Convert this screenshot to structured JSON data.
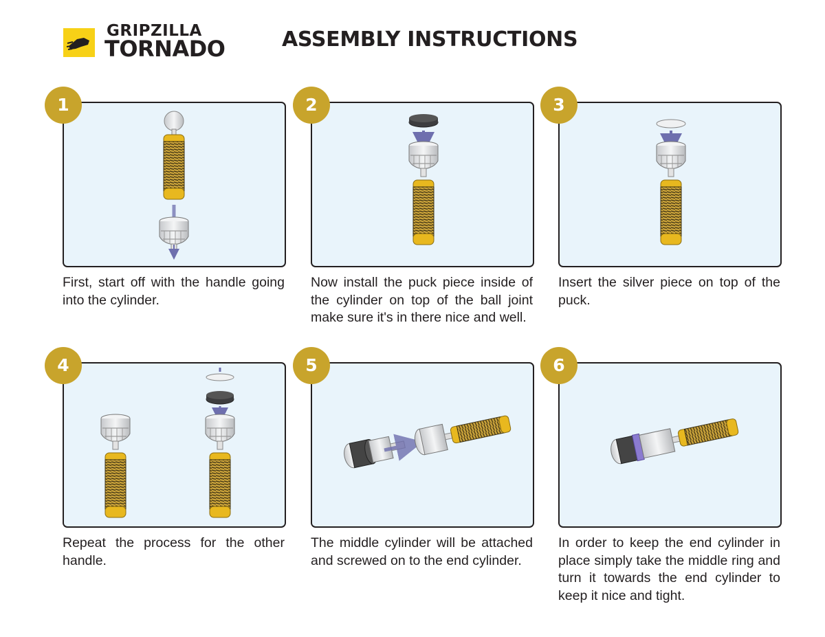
{
  "brand": {
    "line1": "GRIPZILLA",
    "line2": "TORNADO",
    "logo_color": "#f7d117"
  },
  "title": "ASSEMBLY INSTRUCTIONS",
  "colors": {
    "badge": "#c8a42c",
    "panel_bg": "#e9f4fb",
    "handle_gold": "#e8b81f",
    "arrow": "#6e6fae"
  },
  "steps": [
    {
      "number": "1",
      "text": "First, start off with the handle going into the cylinder."
    },
    {
      "number": "2",
      "text": "Now install the puck piece inside of the cylinder on top of the ball joint make sure it's in there nice and well."
    },
    {
      "number": "3",
      "text": "Insert the silver piece on top of the puck."
    },
    {
      "number": "4",
      "text": "Repeat the process for the other handle."
    },
    {
      "number": "5",
      "text": "The middle cylinder will be attached and screwed on to the end cylinder."
    },
    {
      "number": "6",
      "text": "In order to keep the end cylinder in place simply take the middle ring and turn it towards the end cylinder to keep it nice and tight."
    }
  ]
}
